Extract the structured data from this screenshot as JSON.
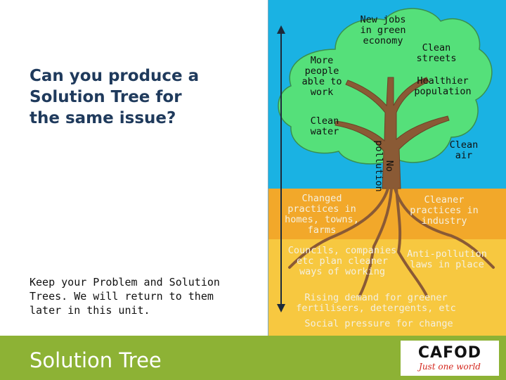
{
  "heading": {
    "lines": [
      "Can you produce a",
      "Solution Tree for",
      "the same issue?"
    ]
  },
  "note": {
    "lines": [
      "Keep your Problem and Solution",
      "Trees. We will return to them",
      "later in this unit."
    ]
  },
  "tree": {
    "outcomes": {
      "new_jobs": [
        "New jobs",
        "in green",
        "economy"
      ],
      "clean_streets": [
        "Clean",
        "streets"
      ],
      "more_people": [
        "More",
        "people",
        "able to",
        "work"
      ],
      "healthier": [
        "Healthier",
        "population"
      ],
      "clean_water": [
        "Clean",
        "water"
      ],
      "no_pollution": [
        "No",
        "pollution"
      ],
      "clean_air": [
        "Clean",
        "air"
      ]
    },
    "causes": {
      "changed_practices": [
        "Changed",
        "practices in",
        "homes, towns,",
        "farms"
      ],
      "cleaner_industry": [
        "Cleaner",
        "practices in",
        "industry"
      ],
      "councils": [
        "Councils, companies",
        "etc plan cleaner",
        "ways of working"
      ],
      "anti_pollution": [
        "Anti-pollution",
        "laws in place"
      ],
      "rising_demand": [
        "Rising demand for greener",
        "fertilisers, detergents, etc"
      ],
      "social_pressure": [
        "Social pressure for change"
      ]
    },
    "colors": {
      "sky": "#1ab2e3",
      "canopy": "#55e07a",
      "trunk": "#8a5a35",
      "soil_top": "#f2a82a",
      "soil_bottom": "#f7c840"
    }
  },
  "footer": {
    "title": "Solution Tree",
    "logo_text": "CAFOD",
    "logo_tagline": "Just one world",
    "color": "#8db235"
  }
}
